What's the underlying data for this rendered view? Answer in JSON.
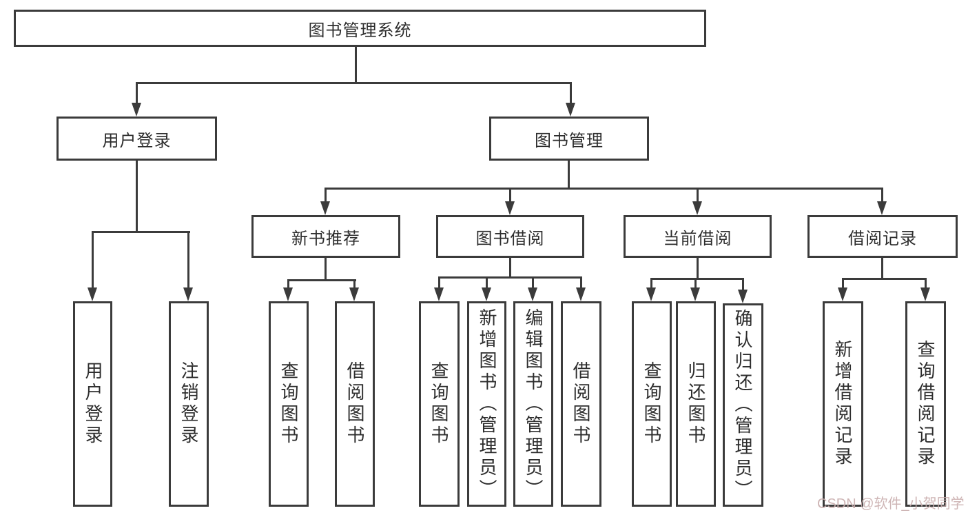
{
  "tree": {
    "root": "图书管理系统",
    "login": {
      "label": "用户登录",
      "children": [
        "用户登录",
        "注销登录"
      ]
    },
    "management": {
      "label": "图书管理",
      "groups": [
        {
          "label": "新书推荐",
          "children": [
            "查询图书",
            "借阅图书"
          ]
        },
        {
          "label": "图书借阅",
          "children": [
            "查询图书",
            "新增图书（管理员）",
            "编辑图书（管理员）",
            "借阅图书"
          ]
        },
        {
          "label": "当前借阅",
          "children": [
            "查询图书",
            "归还图书",
            "确认归还（管理员）"
          ]
        },
        {
          "label": "借阅记录",
          "children": [
            "新增借阅记录",
            "查询借阅记录"
          ]
        }
      ]
    }
  },
  "watermark": "CSDN @软件_小贺同学",
  "colors": {
    "line": "#3b3b3b",
    "text": "#2d2d2d",
    "background": "#ffffff",
    "watermark": "#c9adad"
  }
}
